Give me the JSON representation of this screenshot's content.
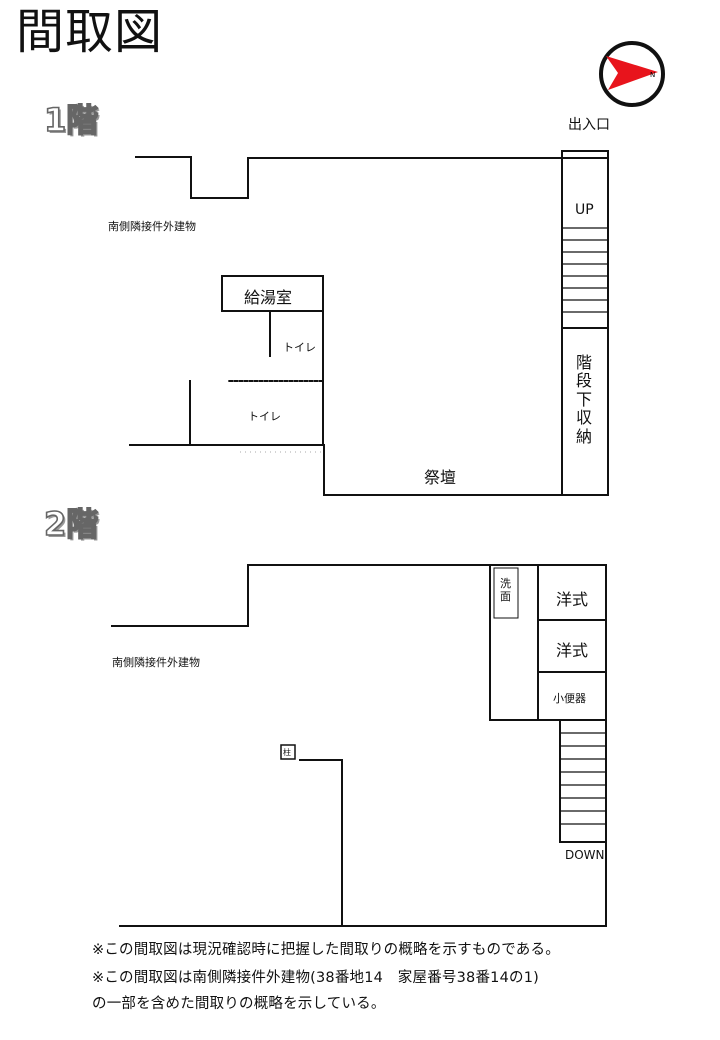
{
  "title": "間取図",
  "compass": {
    "label": "N",
    "arrow_color": "#e8141c"
  },
  "floor1": {
    "label": "1階",
    "entrance": "出入口",
    "up": "UP",
    "neighbor": "南側隣接件外建物",
    "kitchenette": "給湯室",
    "toilet_a": "トイレ",
    "toilet_b": "トイレ",
    "altar": "祭壇",
    "under_stairs_storage": [
      "階",
      "段",
      "下",
      "収",
      "納"
    ]
  },
  "floor2": {
    "label": "2階",
    "neighbor": "南側隣接件外建物",
    "washroom": [
      "洗",
      "面"
    ],
    "western_toilet_1": "洋式",
    "western_toilet_2": "洋式",
    "urinal": "小便器",
    "pillar": "柱",
    "down": "DOWN"
  },
  "notes": [
    "※この間取図は現況確認時に把握した間取りの概略を示すものである。",
    "※この間取図は南側隣接件外建物(38番地14　家屋番号38番14の1)",
    "の一部を含めた間取りの概略を示している。"
  ]
}
